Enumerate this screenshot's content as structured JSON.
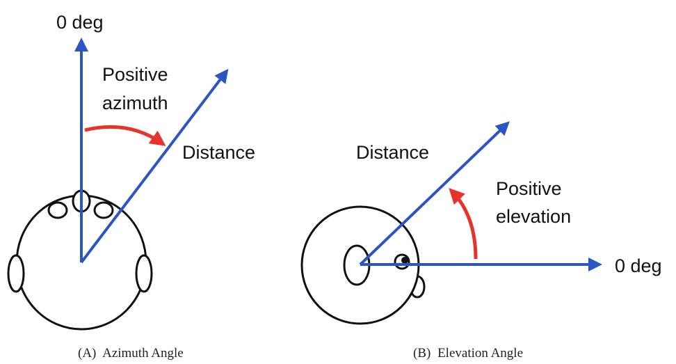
{
  "colors": {
    "arrow": "#2B55C2",
    "angle_arrow": "#E8322A",
    "outline": "#111111",
    "background": "#FFFFFF"
  },
  "panel_a": {
    "zero_label": "0 deg",
    "angle_label_line1": "Positive",
    "angle_label_line2": "azimuth",
    "distance_label": "Distance",
    "caption_prefix": "(A)",
    "caption_text": "Azimuth Angle"
  },
  "panel_b": {
    "zero_label": "0 deg",
    "angle_label_line1": "Positive",
    "angle_label_line2": "elevation",
    "distance_label": "Distance",
    "caption_prefix": "(B)",
    "caption_text": "Elevation Angle"
  }
}
